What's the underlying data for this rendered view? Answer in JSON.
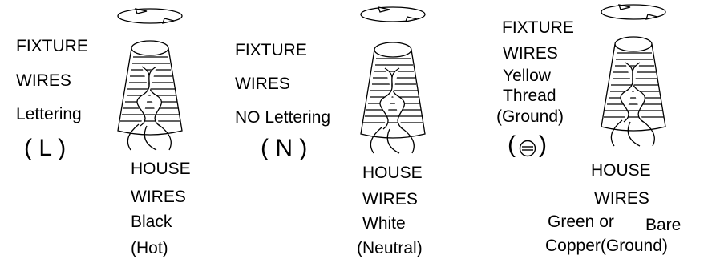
{
  "panels": [
    {
      "fixture": [
        "FIXTURE",
        "WIRES",
        "Lettering"
      ],
      "fixture_symbol": "( L )",
      "house": [
        "HOUSE",
        "WIRES",
        "Black",
        "(Hot)"
      ]
    },
    {
      "fixture": [
        "FIXTURE",
        "WIRES",
        "NO Lettering"
      ],
      "fixture_symbol": "( N )",
      "house": [
        "HOUSE",
        "WIRES",
        "White",
        "(Neutral)"
      ]
    },
    {
      "fixture": [
        "FIXTURE",
        "WIRES",
        "Yellow",
        "Thread",
        "(Ground)"
      ],
      "fixture_symbol_open": "(",
      "fixture_symbol_close": ")",
      "fixture_symbol_icon": "ground-symbol-icon",
      "house": [
        "HOUSE",
        "WIRES",
        "Green or",
        "Bare",
        "Copper(Ground)"
      ]
    }
  ]
}
